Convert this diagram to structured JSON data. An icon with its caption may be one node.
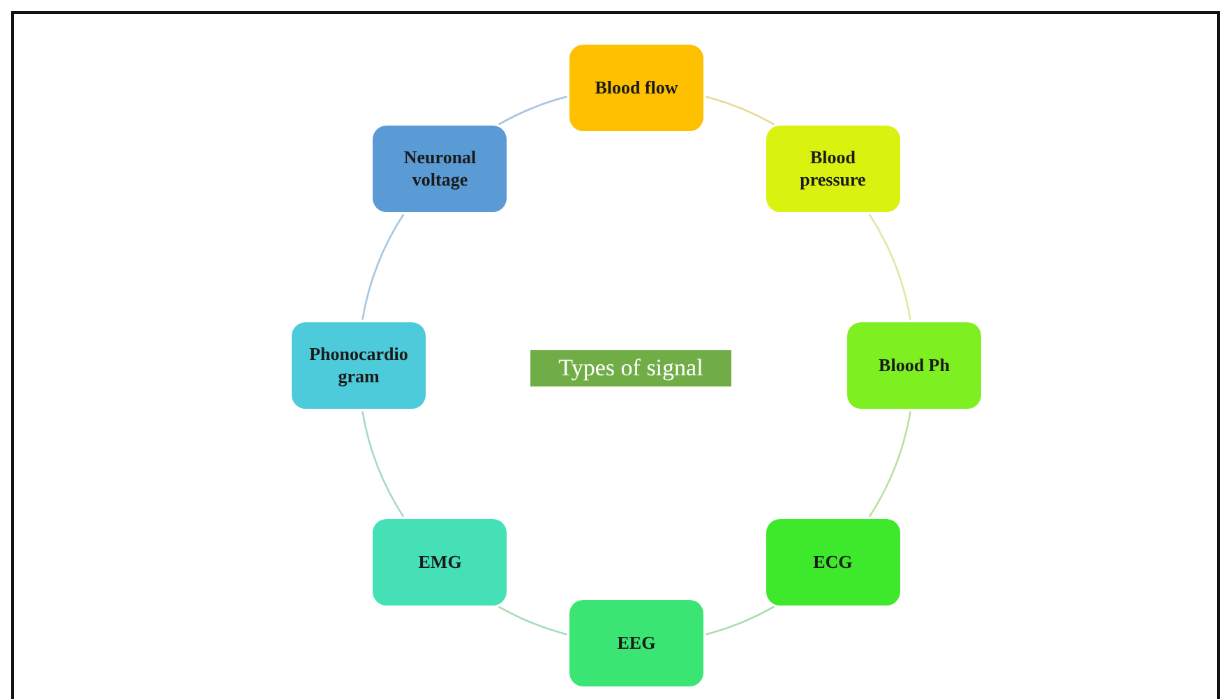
{
  "diagram": {
    "nodes": [
      {
        "text": [
          "Blood flow"
        ]
      },
      {
        "text": [
          "Neuronal voltage"
        ]
      },
      {
        "text": [
          "Blood pressure"
        ]
      },
      {
        "text": [
          "Phonocardio gram"
        ]
      },
      {
        "text": [
          "Types of signal"
        ]
      },
      {
        "text": [
          "Blood Ph"
        ]
      },
      {
        "text": [
          "EMG"
        ]
      },
      {
        "text": [
          "ECG"
        ]
      },
      {
        "text": [
          "EEG"
        ]
      }
    ],
    "edges": [
      {
        "from": 0,
        "to": 2,
        "arrow": "none"
      },
      {
        "from": 2,
        "to": 5,
        "arrow": "none"
      },
      {
        "from": 5,
        "to": 7,
        "arrow": "none"
      },
      {
        "from": 7,
        "to": 8,
        "arrow": "none"
      },
      {
        "from": 8,
        "to": 6,
        "arrow": "none"
      },
      {
        "from": 6,
        "to": 3,
        "arrow": "none"
      },
      {
        "from": 3,
        "to": 1,
        "arrow": "none"
      },
      {
        "from": 1,
        "to": 0,
        "arrow": "none"
      }
    ]
  }
}
